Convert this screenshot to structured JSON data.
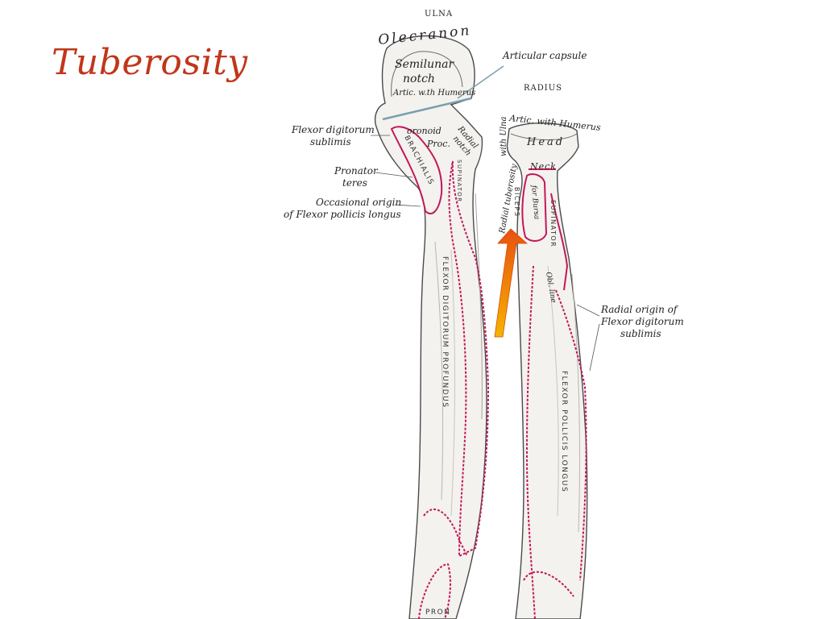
{
  "slide": {
    "title": "Tuberosity"
  },
  "colors": {
    "title": "#c1361a",
    "muscle_outline": "#c2185b",
    "arrow_top": "#e8510f",
    "arrow_bottom": "#f5b400",
    "capsule_line": "#7a9fb0"
  },
  "bones": {
    "ulna": "ULNA",
    "radius": "RADIUS"
  },
  "labels": {
    "olecranon": "Olecranon",
    "semilunar_notch": [
      "Semilunar",
      "notch"
    ],
    "artic_humerus_ulna": "Artic. w.th Humerus",
    "articular_capsule": "Articular capsule",
    "coronoid_proc": [
      "oronoid",
      "Proc."
    ],
    "radial_notch": [
      "Radial",
      "notch"
    ],
    "flexor_digitorum_sublimis": [
      "Flexor digitorum",
      "sublimis"
    ],
    "pronator_teres": [
      "Pronator",
      "teres"
    ],
    "occasional_origin": [
      "Occasional origin",
      "of Flexor pollicis longus"
    ],
    "artic_humerus_radius": "Artic. with Humerus",
    "artic_ulna": "with Ulna",
    "head": "Head",
    "neck": "Neck",
    "radial_tuberosity": "Radial tuberosity",
    "for_bursa": "for Bursa",
    "radial_origin": [
      "Radial origin of",
      "Flexor digitorum",
      "sublimis"
    ],
    "obl_line": "Obl. line"
  },
  "muscles": {
    "brachialis": "BRACHIALIS",
    "supinator_ulna": "SUPINATOR",
    "biceps": "BICEPS",
    "supinator_radius": "SUPINATOR",
    "flexor_digitorum_profundus": "FLEXOR DIGITORUM PROFUNDUS",
    "flexor_pollicis_longus": "FLEXOR POLLICIS LONGUS",
    "pronator": "PRON"
  }
}
